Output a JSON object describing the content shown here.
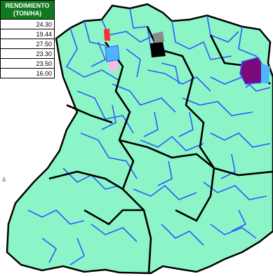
{
  "table": {
    "header_line1": "RENDIMIENTO",
    "header_line2": "(TON/HA)",
    "rows": [
      "24.30",
      "19.44",
      "27.50",
      "23.30",
      "23.50",
      "16.00"
    ]
  },
  "mark": "&",
  "colors": {
    "land": "#8cf5c8",
    "municipal_border": "#2e59ff",
    "district_border": "#000000",
    "header_bg": "#0f7a1f",
    "purple_region": "#7a0a7a",
    "red_patch": "#ff3030",
    "pink_patch": "#ffb6e6",
    "light_blue_patch": "#4fb4ff",
    "gray_patch": "#8a8a8a"
  }
}
